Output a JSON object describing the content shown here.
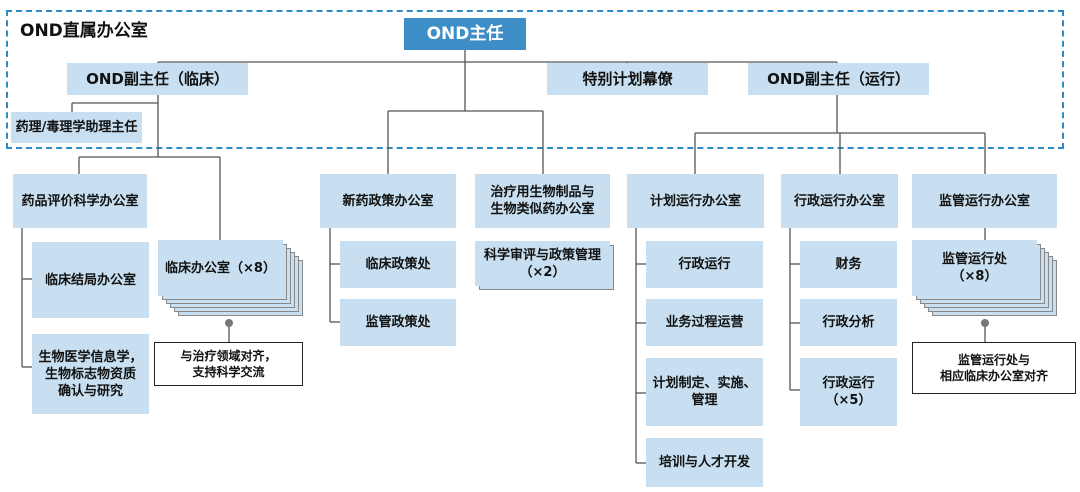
{
  "section_label": "OND直属办公室",
  "director": "OND主任",
  "deputy_clinical": "OND副主任（临床）",
  "special_advisor": "特别计划幕僚",
  "deputy_ops": "OND副主任（运行）",
  "pharm_tox": "药理/毒理学助理主任",
  "offices": {
    "drug_eval": "药品评价科学办公室",
    "clinical_structure": "临床结局办公室",
    "biomed_info": "生物医学信息学，\n生物标志物资质\n确认与研究",
    "clinical_office": "临床办公室（×8）",
    "clinical_note": "与治疗领域对齐，\n支持科学交流",
    "new_drug_policy": "新药政策办公室",
    "clinical_policy": "临床政策处",
    "reg_policy": "监管政策处",
    "biologics": "治疗用生物制品与\n生物类似药办公室",
    "sci_review": "科学审评与政策管理\n（×2）",
    "planning_ops": "计划运行办公室",
    "admin_run": "行政运行",
    "business_ops": "业务过程运营",
    "plan_impl": "计划制定、实施、\n管理",
    "training": "培训与人才开发",
    "admin_ops_office": "行政运行办公室",
    "finance": "财务",
    "admin_analysis": "行政分析",
    "admin_run5": "行政运行\n（×5）",
    "reg_ops_office": "监管运行办公室",
    "reg_ops_div": "监管运行处\n（×8）",
    "reg_ops_note": "监管运行处与\n相应临床办公室对齐"
  },
  "colors": {
    "box": "#c7dff0",
    "top": "#3d8ec6",
    "dash": "#2c8bc6",
    "line": "#555555"
  }
}
